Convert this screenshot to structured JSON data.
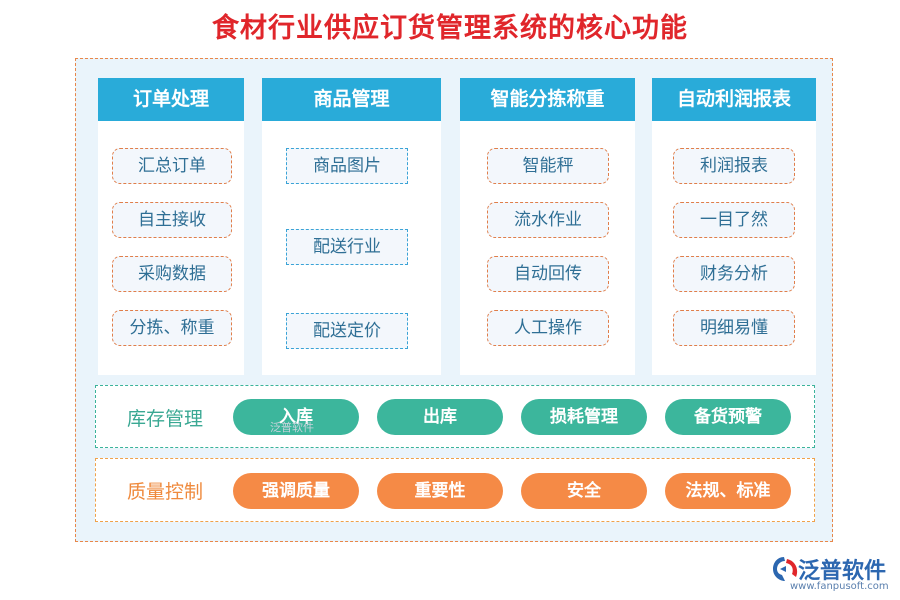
{
  "title": "食材行业供应订货管理系统的核心功能",
  "colors": {
    "title": "#e0262b",
    "module_header": "#29abd9",
    "inventory": "#3cb69c",
    "quality": "#f58a46",
    "outer_border": "#e8874a"
  },
  "modules": [
    {
      "name": "订单处理",
      "items": [
        "汇总订单",
        "自主接收",
        "采购数据",
        "分拣、称重"
      ]
    },
    {
      "name": "商品管理",
      "items": [
        "商品图片",
        "配送行业",
        "配送定价"
      ]
    },
    {
      "name": "智能分拣称重",
      "items": [
        "智能秤",
        "流水作业",
        "自动回传",
        "人工操作"
      ]
    },
    {
      "name": "自动利润报表",
      "items": [
        "利润报表",
        "一目了然",
        "财务分析",
        "明细易懂"
      ]
    }
  ],
  "inventory": {
    "label": "库存管理",
    "items": [
      "入库",
      "出库",
      "损耗管理",
      "备货预警"
    ]
  },
  "quality": {
    "label": "质量控制",
    "items": [
      "强调质量",
      "重要性",
      "安全",
      "法规、标准"
    ]
  },
  "logo": {
    "name": "泛普软件",
    "url": "www.fanpusoft.com",
    "icon": "fanpu-logo-icon"
  },
  "watermark": "泛普软件"
}
